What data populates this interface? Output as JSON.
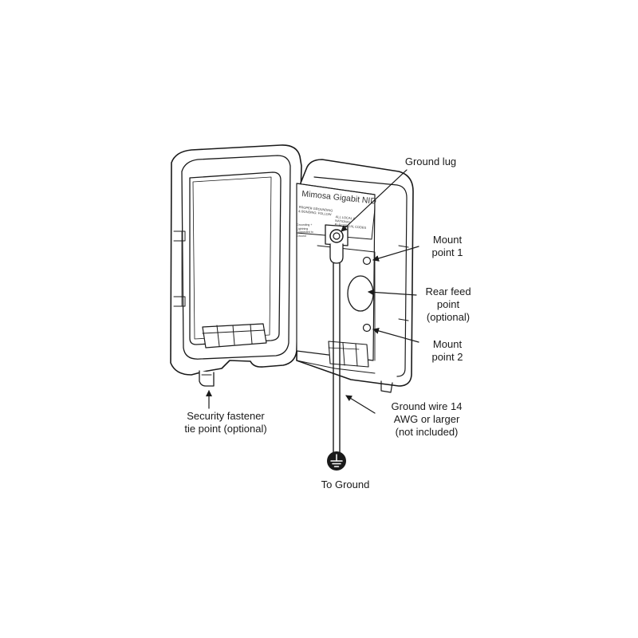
{
  "callouts": {
    "ground_lug": [
      "Ground lug"
    ],
    "mount_point_1": [
      "Mount",
      "point 1"
    ],
    "rear_feed_point": [
      "Rear feed",
      "point",
      "(optional)"
    ],
    "mount_point_2": [
      "Mount",
      "point 2"
    ],
    "ground_wire": [
      "Ground wire 14",
      "AWG or larger",
      "(not included)"
    ],
    "security_fastener": [
      "Security fastener",
      "tie point (optional)"
    ],
    "to_ground": [
      "To Ground"
    ]
  },
  "device_label": {
    "title": "Mimosa Gigabit NID",
    "fine_print_left": "PROPER GROUNDING & BONDING: FOLLOW",
    "fine_print_right": "ALL LOCAL & NATIONAL ELECTRICAL CODES",
    "fine_print_side": "Grounding + Lightning Connected to Ground"
  },
  "colors": {
    "line": "#1a1a1a",
    "fill": "#ffffff",
    "shade": "#d8d8d8"
  }
}
